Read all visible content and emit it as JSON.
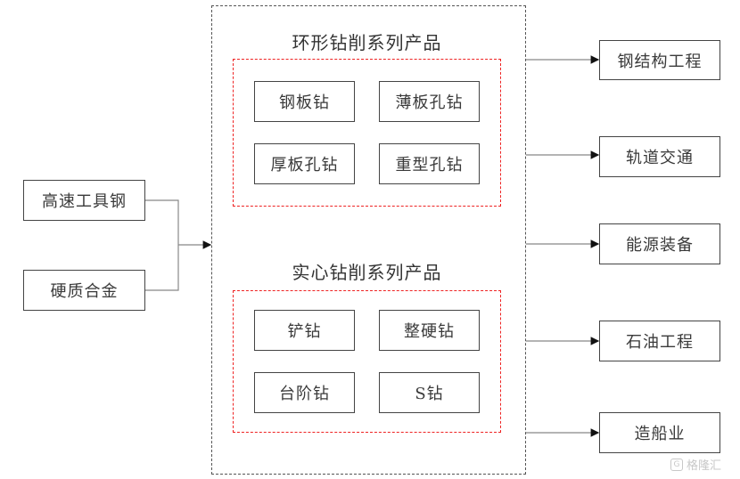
{
  "inputs": [
    {
      "label": "高速工具钢"
    },
    {
      "label": "硬质合金"
    }
  ],
  "groups": [
    {
      "title": "环形钻削系列产品",
      "items": [
        {
          "label": "钢板钻"
        },
        {
          "label": "薄板孔钻"
        },
        {
          "label": "厚板孔钻"
        },
        {
          "label": "重型孔钻"
        }
      ]
    },
    {
      "title": "实心钻削系列产品",
      "items": [
        {
          "label": "铲钻"
        },
        {
          "label": "整硬钻"
        },
        {
          "label": "台阶钻"
        },
        {
          "label": "S钻"
        }
      ]
    }
  ],
  "applications": [
    {
      "label": "钢结构工程"
    },
    {
      "label": "轨道交通"
    },
    {
      "label": "能源装备"
    },
    {
      "label": "石油工程"
    },
    {
      "label": "造船业"
    }
  ],
  "watermark": {
    "text": "格隆汇",
    "icon": "G"
  },
  "colors": {
    "group_border": "#ee2222",
    "outer_border": "#555555",
    "line": "#888888"
  }
}
